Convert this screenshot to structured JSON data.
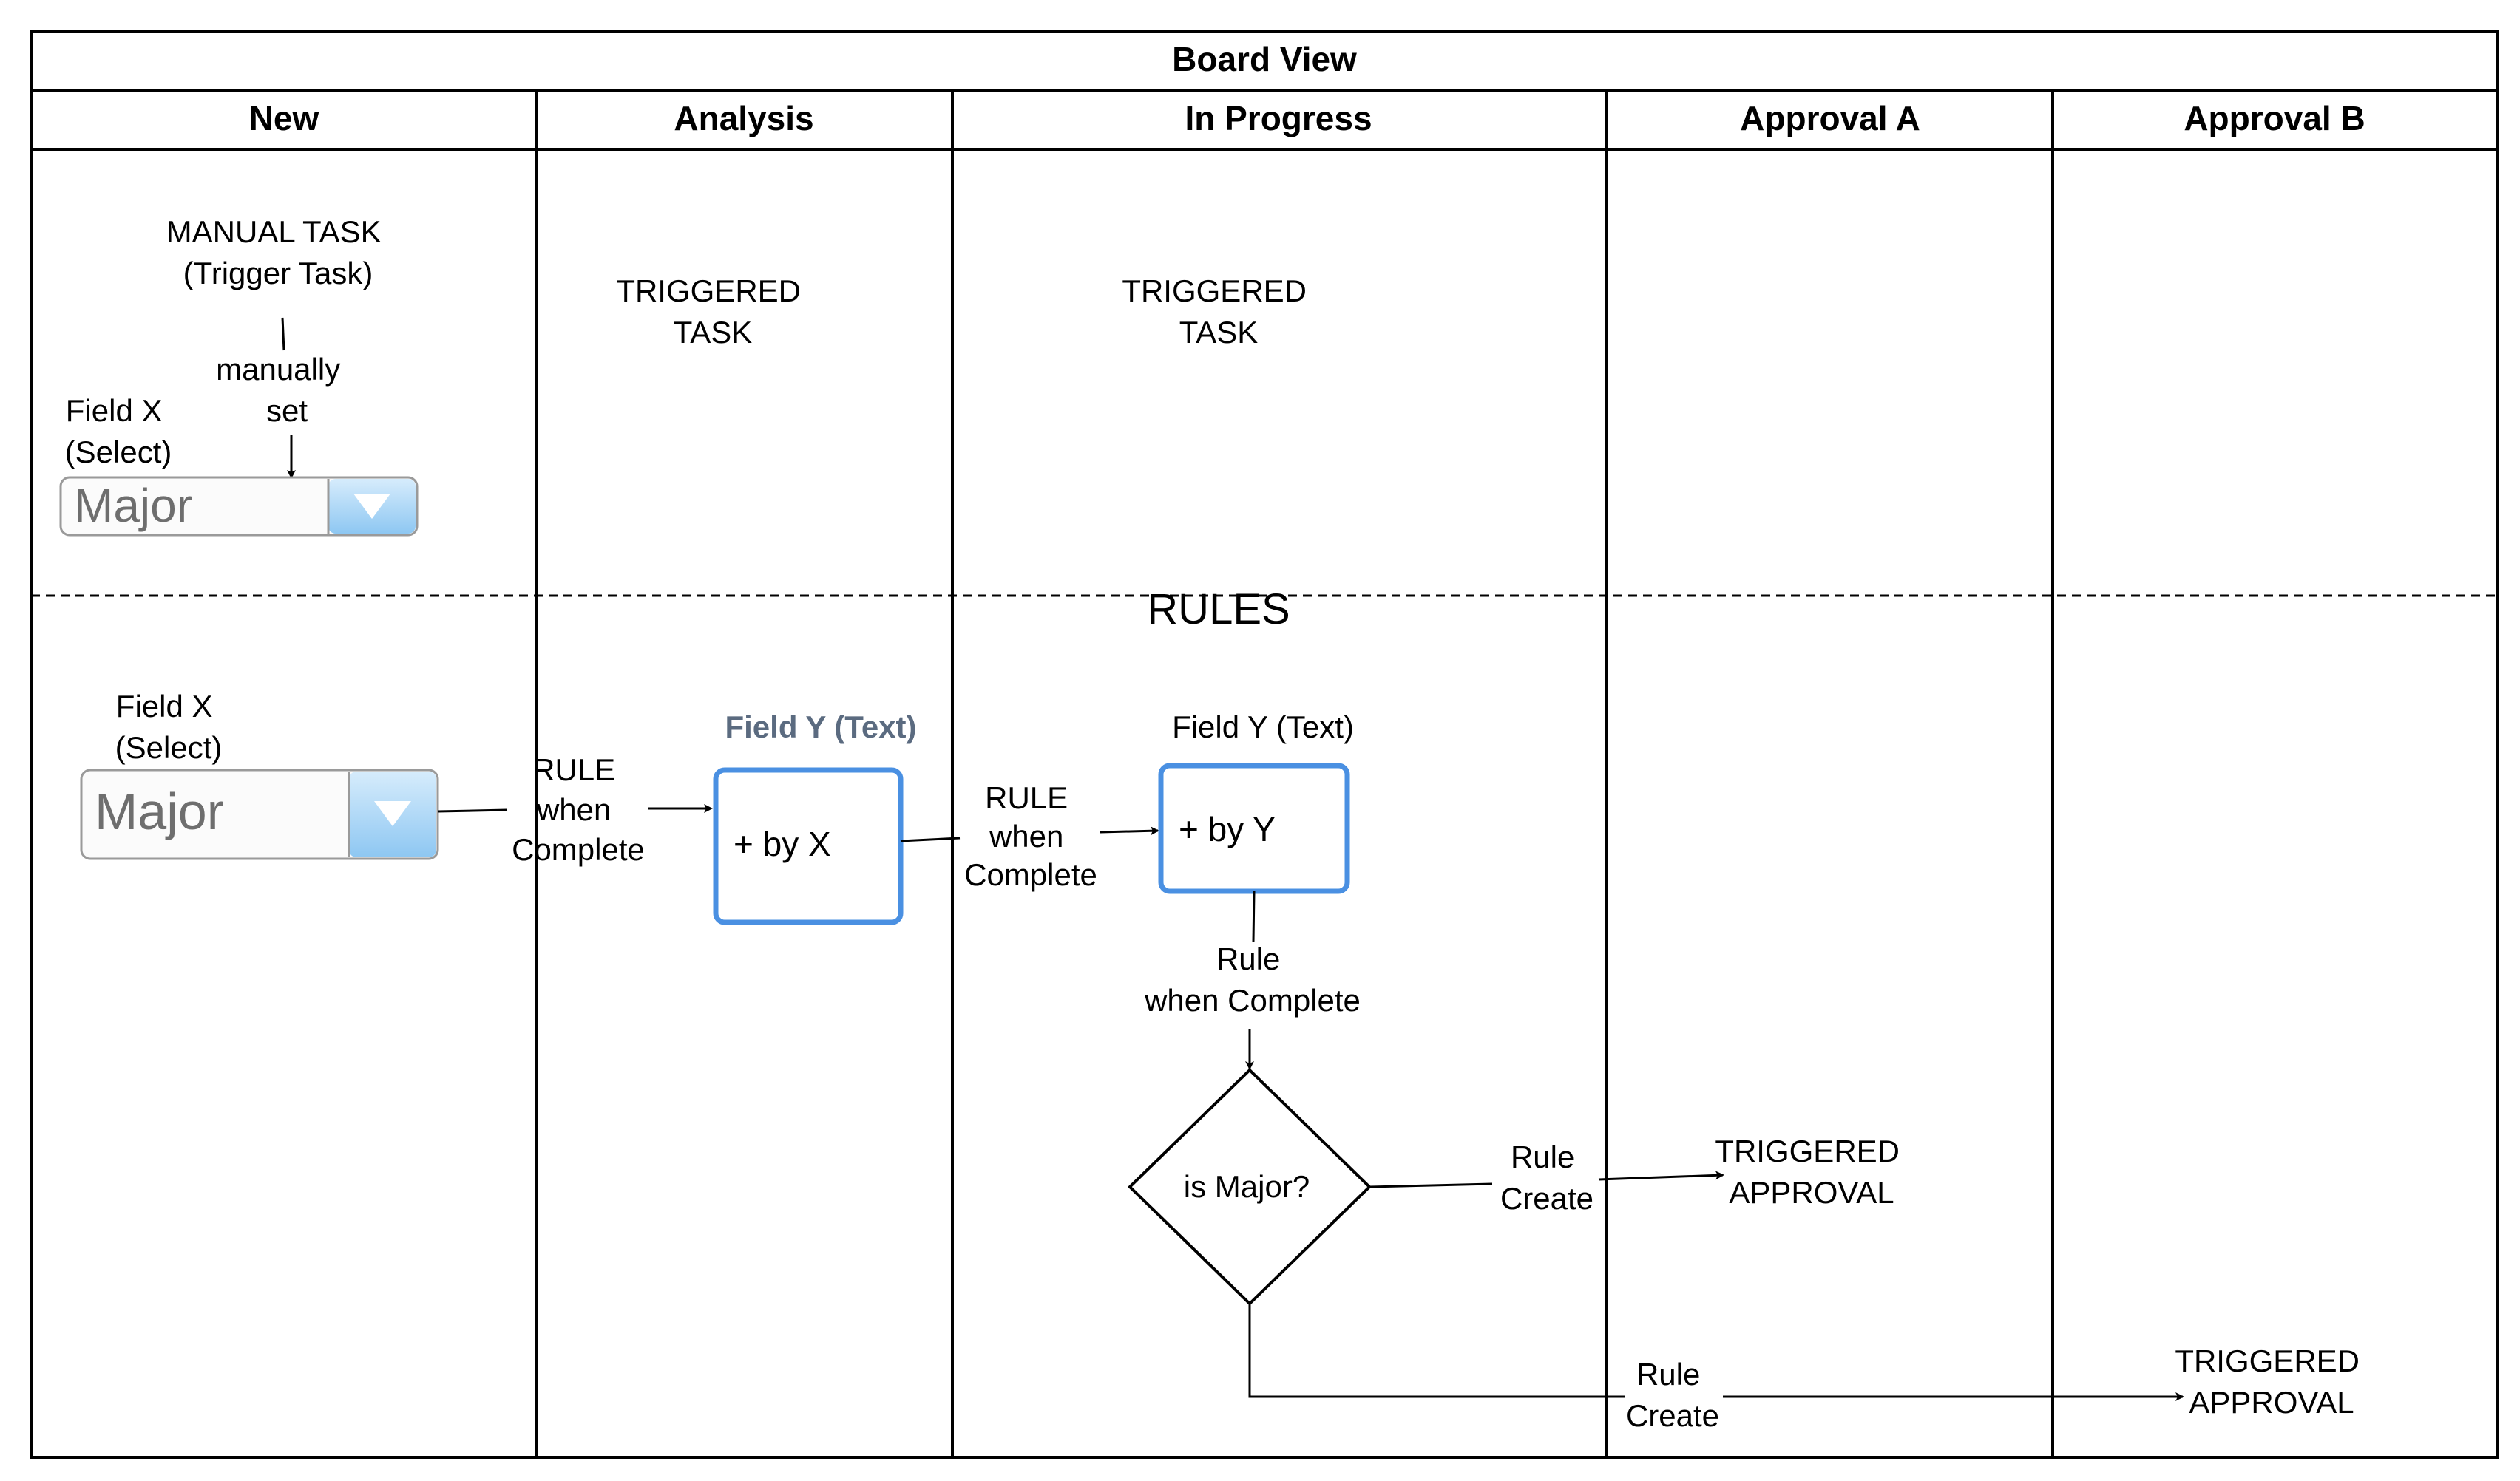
{
  "board": {
    "title": "Board View",
    "columns": [
      "New",
      "Analysis",
      "In Progress",
      "Approval A",
      "Approval B"
    ]
  },
  "top": {
    "manual_task": [
      "MANUAL TASK",
      "(Trigger Task)"
    ],
    "manually_set": [
      "manually",
      "set"
    ],
    "field_x_label": [
      "Field X",
      "(Select)"
    ],
    "select_value": "Major",
    "triggered_task_analysis": [
      "TRIGGERED",
      "TASK"
    ],
    "triggered_task_progress": [
      "TRIGGERED",
      "TASK"
    ]
  },
  "rules": {
    "label": "RULES",
    "field_x_label": [
      "Field X",
      "(Select)"
    ],
    "select_value": "Major",
    "rule_when_complete_1": [
      "RULE",
      "when",
      "Complete"
    ],
    "field_y_title_1": "Field Y (Text)",
    "box_by_x": "+ by X",
    "rule_when_complete_2": [
      "RULE",
      "when",
      "Complete"
    ],
    "field_y_title_2": "Field Y (Text)",
    "box_by_y": "+ by Y",
    "rule_when_complete_3": [
      "Rule",
      "when Complete"
    ],
    "decision": "is Major?",
    "rule_create_1": [
      "Rule",
      "Create"
    ],
    "triggered_approval_a": [
      "TRIGGERED",
      "APPROVAL"
    ],
    "rule_create_2": [
      "Rule",
      "Create"
    ],
    "triggered_approval_b": [
      "TRIGGERED",
      "APPROVAL"
    ]
  },
  "colors": {
    "box_border": "#4a90e2",
    "line": "#000000",
    "select_button": "#a8d4f5"
  }
}
